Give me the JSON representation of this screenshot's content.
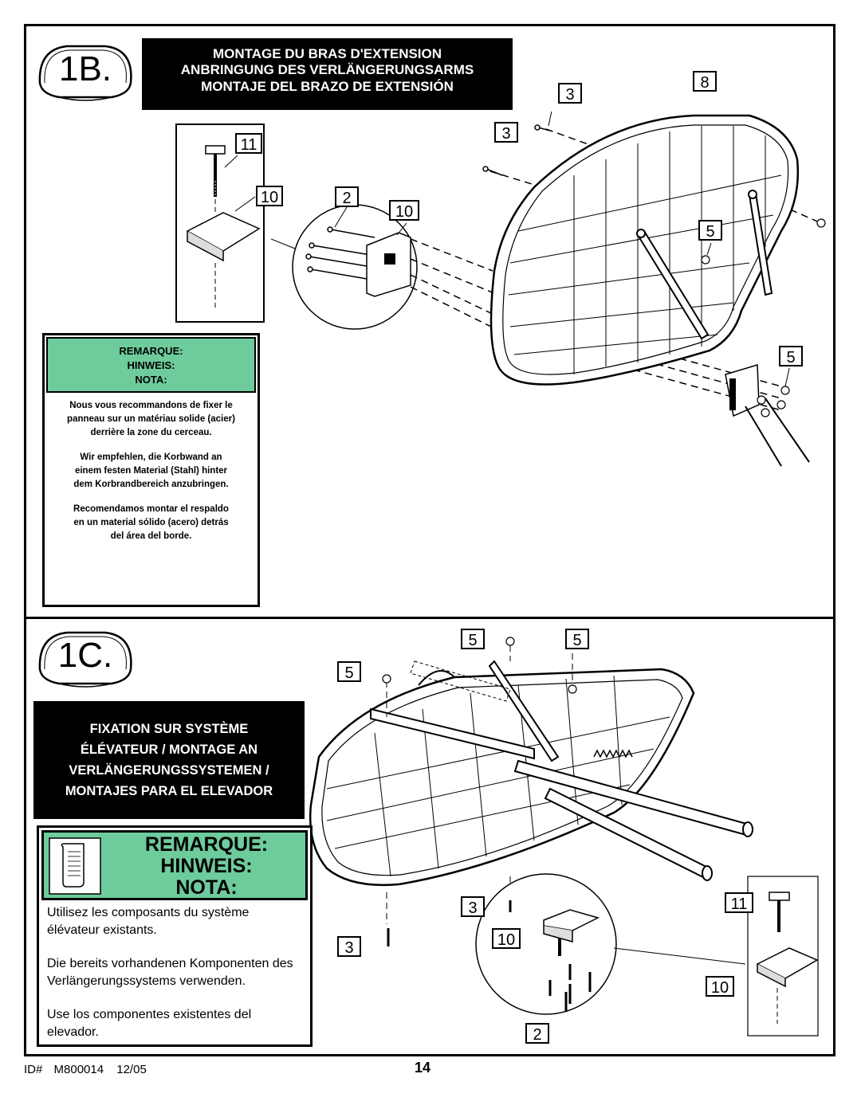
{
  "step_b": {
    "badge": "1B.",
    "titles": [
      "MONTAGE DU BRAS D'EXTENSION",
      "ANBRINGUNG DES VERLÄNGERUNGSARMS",
      "MONTAJE DEL BRAZO DE EXTENSIÓN"
    ],
    "note_labels": [
      "REMARQUE:",
      "HINWEIS:",
      "NOTA:"
    ],
    "note_paragraphs": [
      "Nous vous recommandons de fixer le panneau sur un matériau solide (acier) derrière la zone du cerceau.",
      "Wir empfehlen, die Korbwand an einem festen Material (Stahl) hinter dem Korbrandbereich anzubringen.",
      "Recomendamos montar el respaldo en un material sólido (acero) detrás del área del borde."
    ],
    "callouts": [
      "11",
      "10",
      "2",
      "10",
      "3",
      "3",
      "8",
      "5",
      "5"
    ]
  },
  "step_c": {
    "badge": "1C.",
    "titles": [
      "FIXATION SUR SYSTÈME",
      "ÉLÉVATEUR / MONTAGE AN",
      "VERLÄNGERUNGSSYSTEMEN /",
      "MONTAJES PARA EL ELEVADOR"
    ],
    "note_labels": [
      "REMARQUE:",
      "HINWEIS:",
      "NOTA:"
    ],
    "note_paragraphs": [
      "Utilisez les composants du système élévateur existants.",
      "Die bereits vorhandenen Komponenten des Verlängerungssystems verwenden.",
      "Use los componentes existentes del elevador."
    ],
    "callouts": [
      "5",
      "5",
      "5",
      "3",
      "3",
      "10",
      "2",
      "11",
      "10"
    ]
  },
  "footer": {
    "id_label": "ID#",
    "id_value": "M800014",
    "date": "12/05",
    "page_number": "14"
  }
}
